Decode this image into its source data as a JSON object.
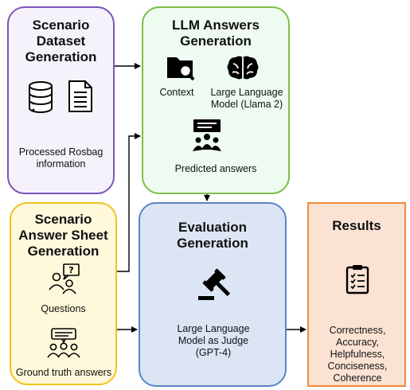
{
  "boxes": {
    "scenario_dataset": {
      "title": [
        "Scenario",
        "Dataset",
        "Generation"
      ],
      "caption": "Processed Rosbag information",
      "border": "#7a55b8",
      "fill": "#f6f2fb"
    },
    "llm_answers": {
      "title": [
        "LLM Answers",
        "Generation"
      ],
      "context_label": "Context",
      "llm_label": "Large Language Model (Llama 2)",
      "predicted_label": "Predicted answers",
      "border": "#7cbd4a",
      "fill": "#eefbf0"
    },
    "answer_sheet": {
      "title": [
        "Scenario",
        "Answer Sheet",
        "Generation"
      ],
      "questions_label": "Questions",
      "ground_truth_label": "Ground truth answers",
      "border": "#f2c21b",
      "fill": "#fff8db"
    },
    "evaluation": {
      "title": [
        "Evaluation",
        "Generation"
      ],
      "judge_label": "Large Language Model as Judge (GPT-4)",
      "border": "#5b84c8",
      "fill": "#dbe5f4"
    },
    "results": {
      "title": "Results",
      "metrics": [
        "Correctness,",
        "Accuracy,",
        "Helpfulness,",
        "Conciseness,",
        "Coherence"
      ],
      "border": "#f08a3c",
      "fill": "#fbe3d4"
    }
  },
  "icons": [
    "database-icon",
    "document-icon",
    "folder-search-icon",
    "brain-icon",
    "presentation-icon",
    "question-person-icon",
    "chat-people-icon",
    "gavel-icon",
    "clipboard-checklist-icon"
  ]
}
